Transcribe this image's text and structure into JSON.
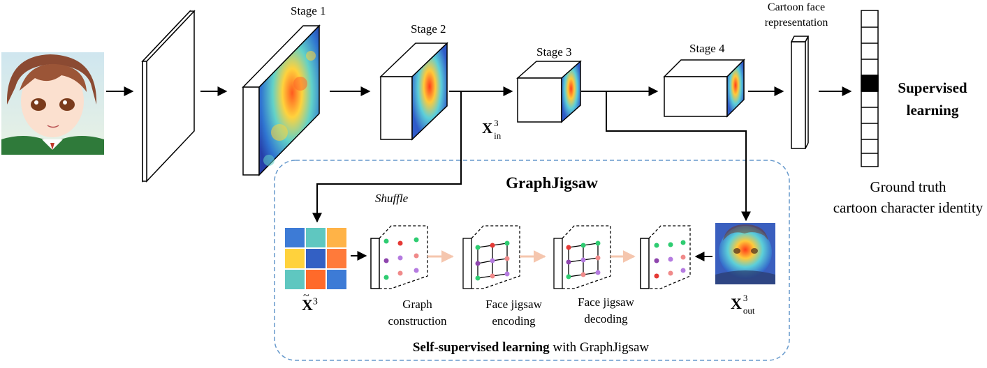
{
  "labels": {
    "stage1": "Stage 1",
    "stage2": "Stage 2",
    "stage3": "Stage 3",
    "stage4": "Stage 4",
    "cartoon_face_rep_line1": "Cartoon face",
    "cartoon_face_rep_line2": "representation",
    "supervised_line1": "Supervised",
    "supervised_line2": "learning",
    "ground_truth_line1": "Ground truth",
    "ground_truth_line2": "cartoon character identity",
    "x_in_main": "X",
    "x_in_sup": "3",
    "x_in_sub": "in",
    "x_tilde_main": "X",
    "x_tilde_sup": "3",
    "x_out_main": "X",
    "x_out_sup": "3",
    "x_out_sub": "out",
    "graphjigsaw_title": "GraphJigsaw",
    "shuffle": "Shuffle",
    "graph_construction_line1": "Graph",
    "graph_construction_line2": "construction",
    "face_jigsaw_encoding_line1": "Face jigsaw",
    "face_jigsaw_encoding_line2": "encoding",
    "face_jigsaw_decoding_line1": "Face jigsaw",
    "face_jigsaw_decoding_line2": "decoding",
    "footer_bold": "Self-supervised learning",
    "footer_rest": " with GraphJigsaw"
  },
  "icons": {
    "input": "cartoon-face-image",
    "heatmap": "attention-heatmap",
    "shuffled": "shuffled-heatmap-patches",
    "output": "reconstructed-face-heatmap"
  },
  "colors": {
    "dashed_box": "#6699cc",
    "soft_arrow": "#f5c6ae",
    "node_green": "#2ecc71",
    "node_red": "#e53935",
    "node_purple": "#8e44ad",
    "node_pink": "#f08a8a",
    "node_lilac": "#b57be0",
    "identity_cell": "#000000"
  }
}
